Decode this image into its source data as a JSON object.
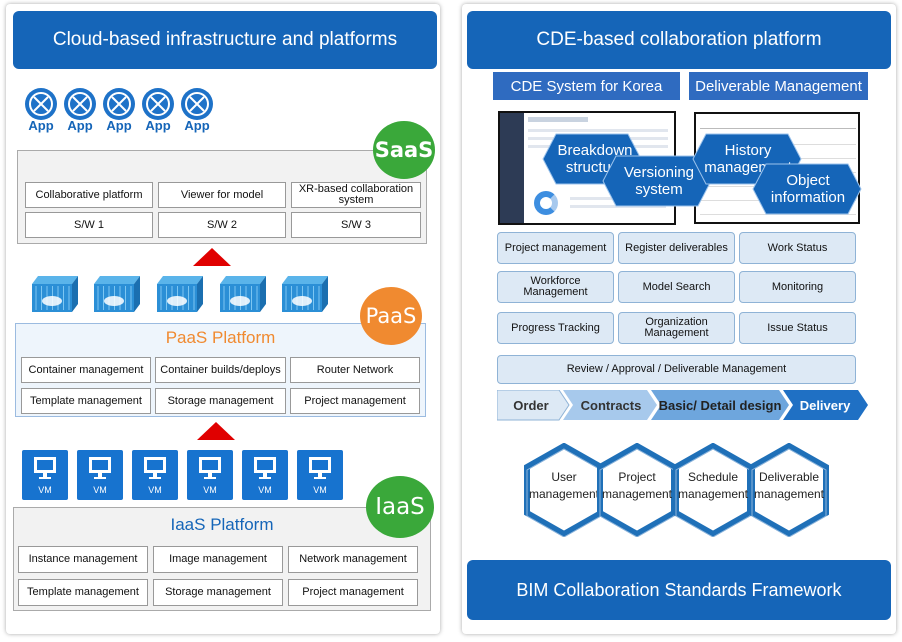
{
  "left": {
    "title": "Cloud-based infrastructure and platforms",
    "app_label": "App",
    "saas": {
      "badge": "SaaS",
      "row1": [
        "Collaborative platform",
        "Viewer for model",
        "XR-based collaboration system"
      ],
      "row2": [
        "S/W 1",
        "S/W 2",
        "S/W 3"
      ]
    },
    "paas": {
      "badge": "PaaS",
      "title": "PaaS Platform",
      "row1": [
        "Container management",
        "Container builds/deploys",
        "Router Network"
      ],
      "row2": [
        "Template management",
        "Storage management",
        "Project management"
      ]
    },
    "vm_label": "VM",
    "iaas": {
      "badge": "IaaS",
      "title": "IaaS Platform",
      "row1": [
        "Instance management",
        "Image management",
        "Network management"
      ],
      "row2": [
        "Template management",
        "Storage management",
        "Project management"
      ]
    }
  },
  "right": {
    "title": "CDE-based collaboration platform",
    "subheaders": [
      "CDE System for Korea",
      "Deliverable Management"
    ],
    "bubbles": [
      "Breakdown structure",
      "Versioning system",
      "History management",
      "Object information"
    ],
    "functions": [
      [
        "Project management",
        "Register deliverables",
        "Work Status"
      ],
      [
        "Workforce Management",
        "Model Search",
        "Monitoring"
      ],
      [
        "Progress Tracking",
        "Organization Management",
        "Issue Status"
      ]
    ],
    "review": "Review / Approval / Deliverable Management",
    "process": [
      "Order",
      "Contracts",
      "Basic/ Detail design",
      "Delivery"
    ],
    "hexagons": [
      "User management",
      "Project management",
      "Schedule management",
      "Deliverable management"
    ],
    "footer": "BIM Collaboration Standards Framework"
  },
  "colors": {
    "header_blue": "#1565b8",
    "saas_green": "#3aa83a",
    "paas_orange": "#f08a30",
    "iaas_green": "#3aa83a",
    "arrow_red": "#e00000"
  }
}
